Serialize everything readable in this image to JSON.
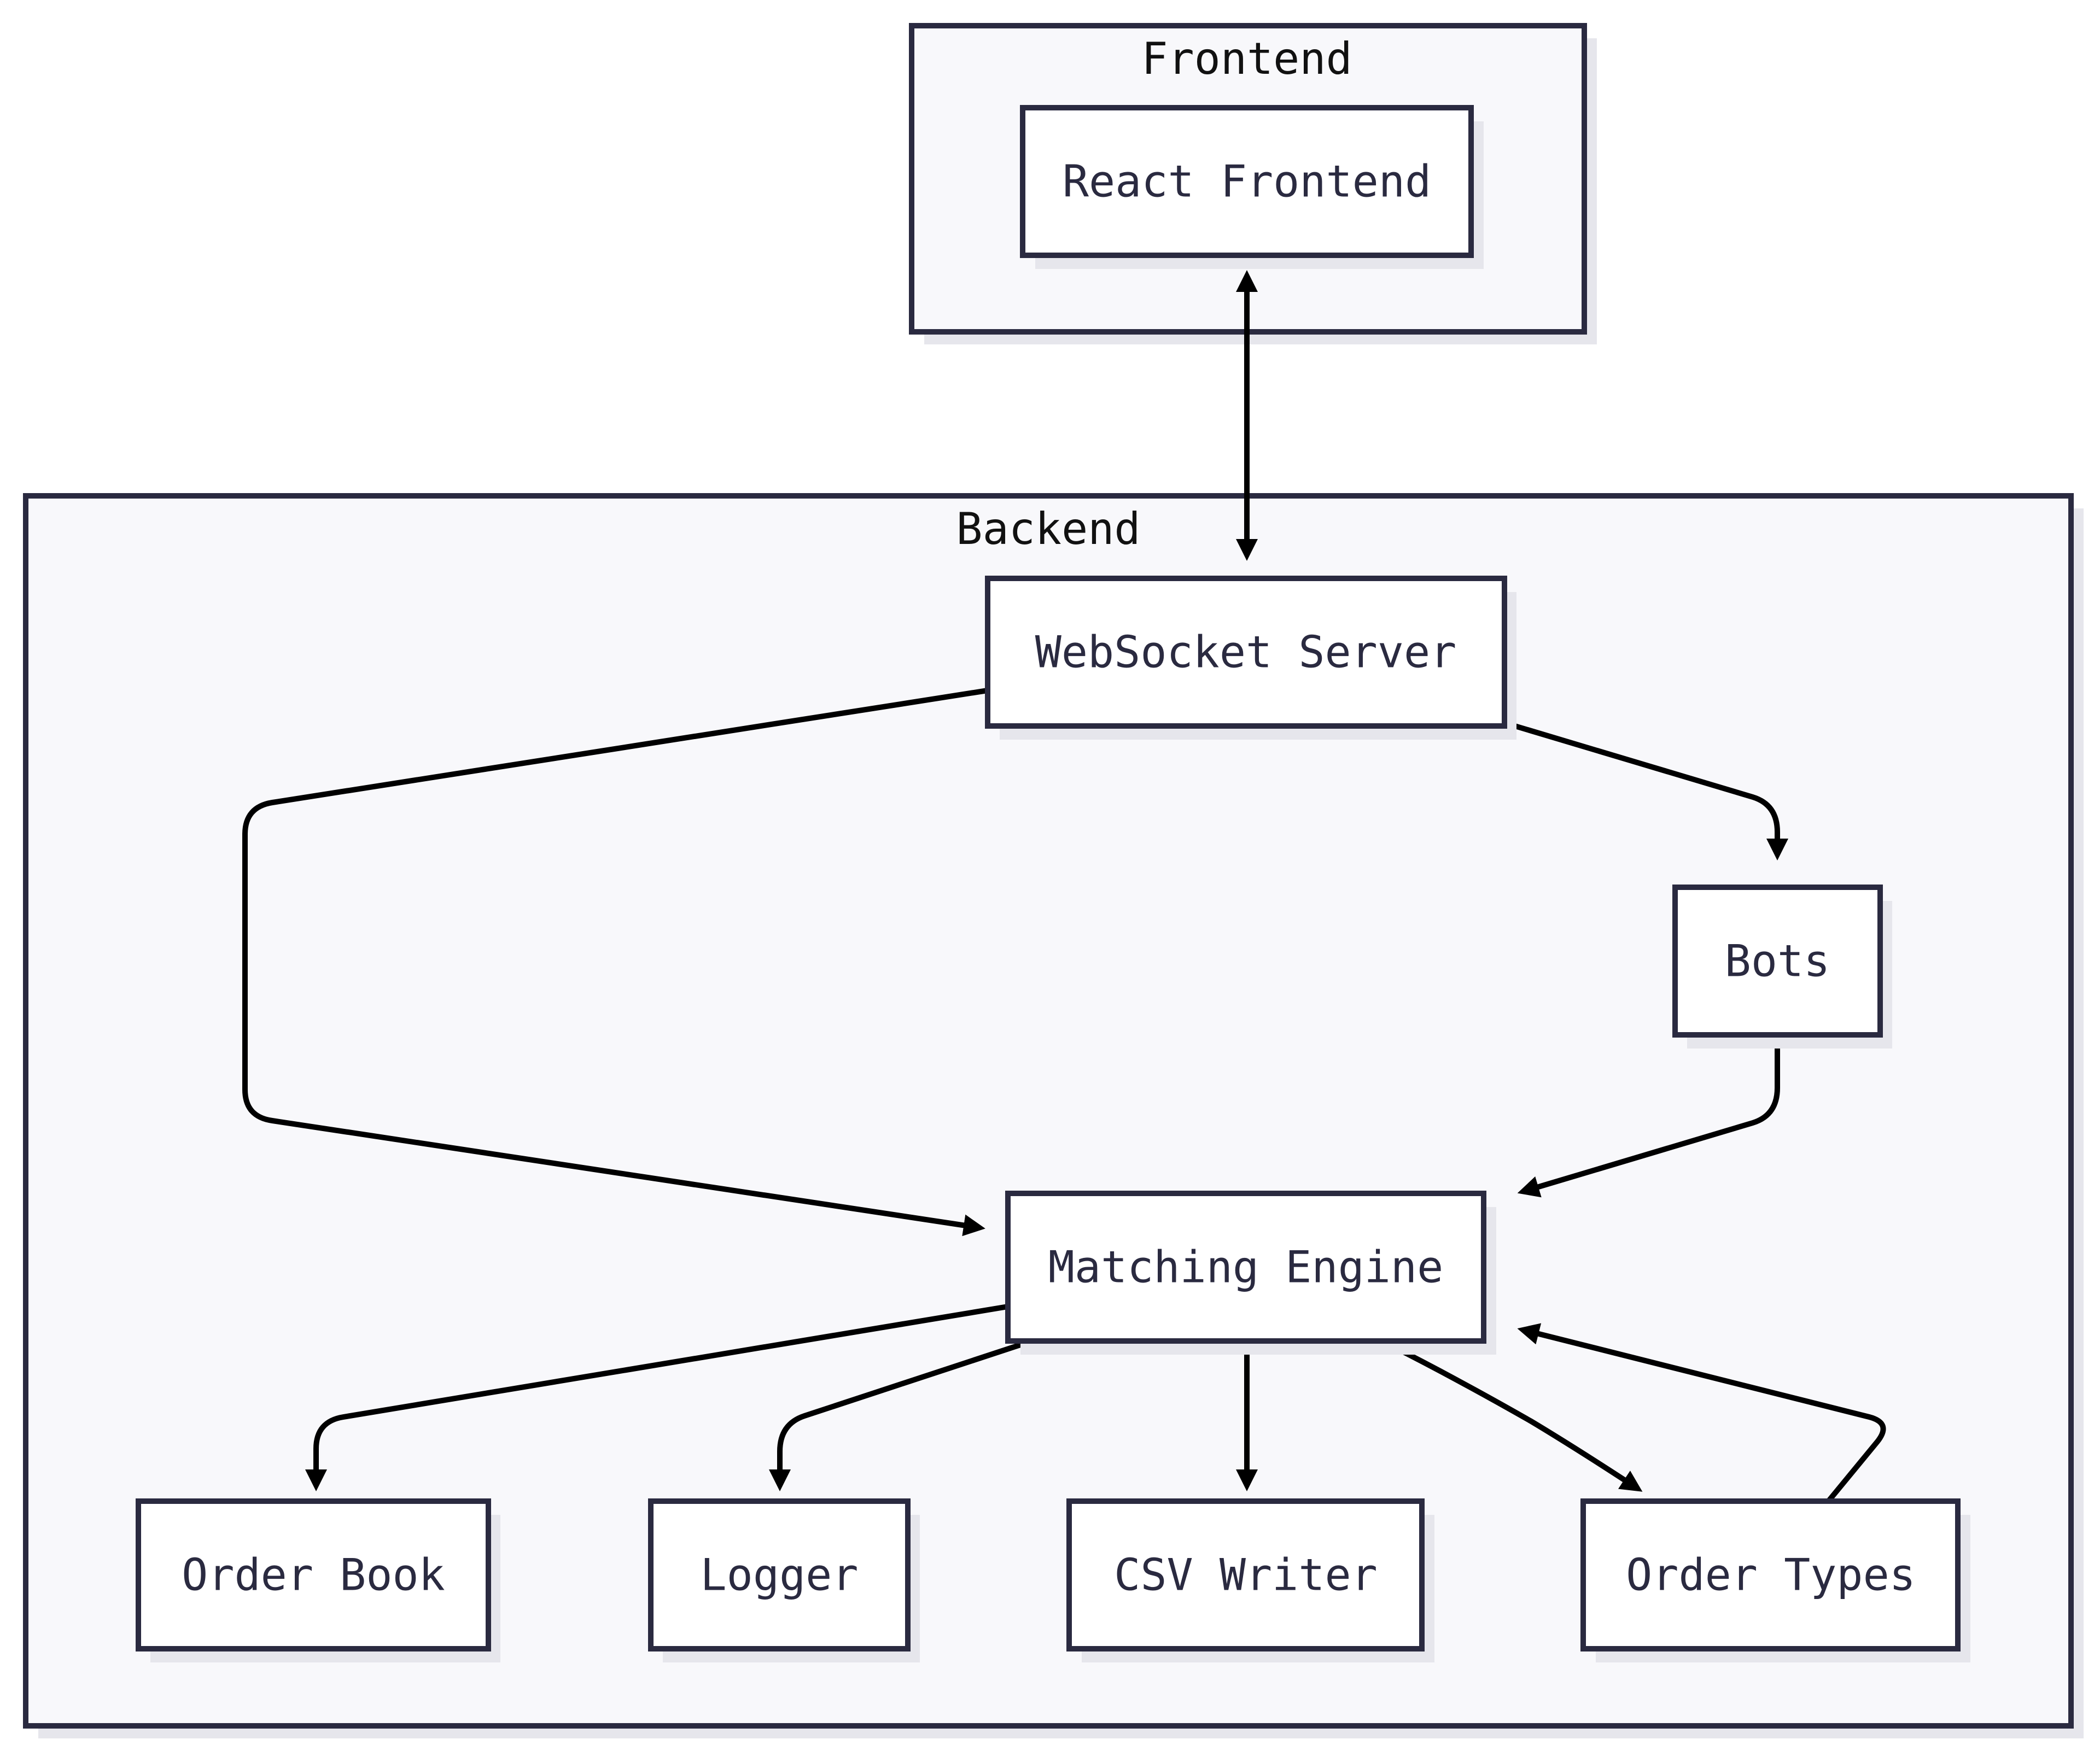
{
  "diagram": {
    "clusters": {
      "frontend": "Frontend",
      "backend": "Backend"
    },
    "nodes": {
      "react_frontend": "React Frontend",
      "websocket_server": "WebSocket Server",
      "bots": "Bots",
      "matching_engine": "Matching Engine",
      "order_book": "Order Book",
      "logger": "Logger",
      "csv_writer": "CSV Writer",
      "order_types": "Order Types"
    },
    "edges": [
      {
        "from": "React Frontend",
        "to": "WebSocket Server",
        "bidirectional": true
      },
      {
        "from": "WebSocket Server",
        "to": "Matching Engine"
      },
      {
        "from": "WebSocket Server",
        "to": "Bots"
      },
      {
        "from": "Bots",
        "to": "Matching Engine"
      },
      {
        "from": "Matching Engine",
        "to": "Order Book"
      },
      {
        "from": "Matching Engine",
        "to": "Logger"
      },
      {
        "from": "Matching Engine",
        "to": "CSV Writer"
      },
      {
        "from": "Matching Engine",
        "to": "Order Types"
      },
      {
        "from": "Order Types",
        "to": "Matching Engine"
      }
    ],
    "colors": {
      "cluster_fill": "#f8f8fb",
      "border": "#2a2a40",
      "node_fill": "#ffffff",
      "shadow": "#e6e6ec",
      "edge": "#000000"
    }
  }
}
